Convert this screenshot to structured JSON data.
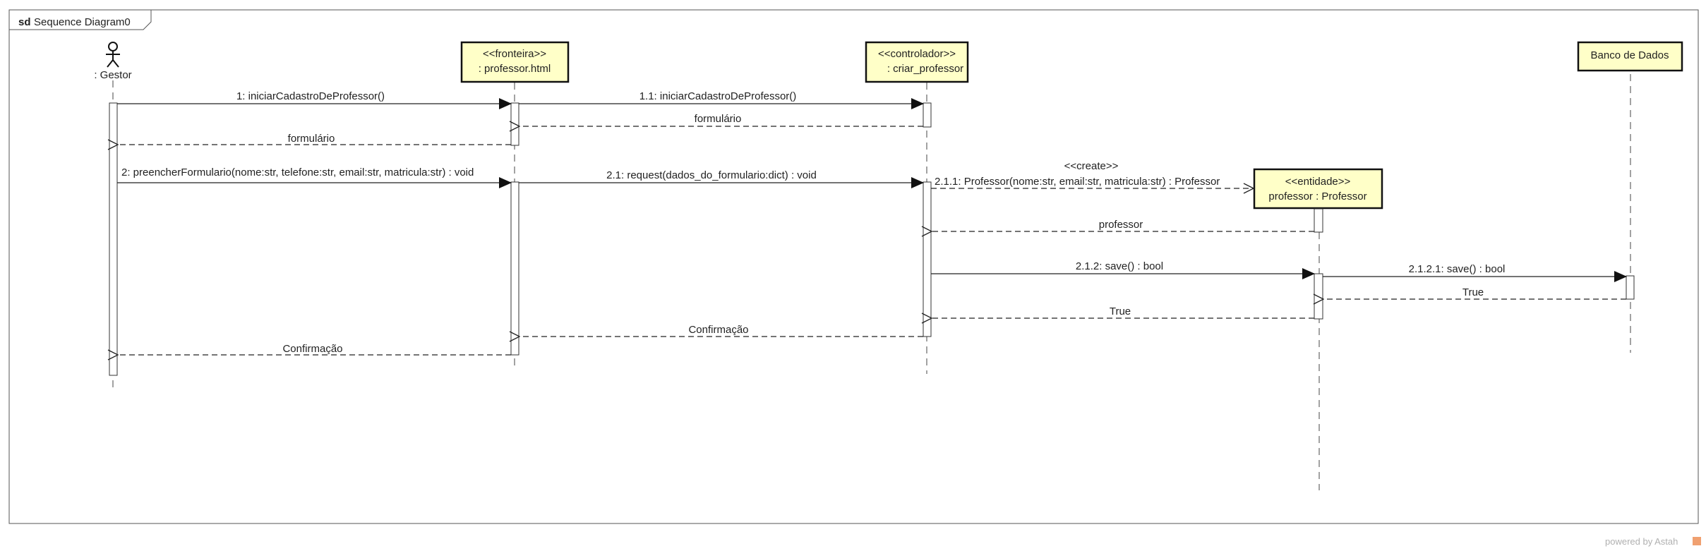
{
  "frame": {
    "keyword": "sd",
    "title": "Sequence Diagram0"
  },
  "actor": {
    "name": ": Gestor"
  },
  "lifelines": {
    "fronteira": {
      "stereotype": "<<fronteira>>",
      "name": ": professor.html"
    },
    "controlador": {
      "stereotype": "<<controlador>>",
      "name": ": criar_professor"
    },
    "entidade": {
      "stereotype": "<<entidade>>",
      "name": "professor : Professor"
    },
    "banco": {
      "name": "Banco de Dados"
    }
  },
  "messages": {
    "m1": "1: iniciarCadastroDeProfessor()",
    "m1_1": "1.1: iniciarCadastroDeProfessor()",
    "r1_1": "formulário",
    "r1": "formulário",
    "m2": "2: preencherFormulario(nome:str, telefone:str, email:str, matricula:str) : void",
    "m2_1": "2.1: request(dados_do_formulario:dict) : void",
    "create_stereotype": "<<create>>",
    "m2_1_1": "2.1.1: Professor(nome:str, email:str, matricula:str) : Professor",
    "r2_1_1": "professor",
    "m2_1_2": "2.1.2: save() : bool",
    "m2_1_2_1": "2.1.2.1: save() : bool",
    "r2_1_2_1": "True",
    "r2_1_2": "True",
    "r2_1": "Confirmação",
    "r2": "Confirmação"
  },
  "watermark": {
    "text": "powered by Astah"
  },
  "colors": {
    "box_fill": "#ffffc8",
    "line": "#333333",
    "frame": "#555555"
  }
}
